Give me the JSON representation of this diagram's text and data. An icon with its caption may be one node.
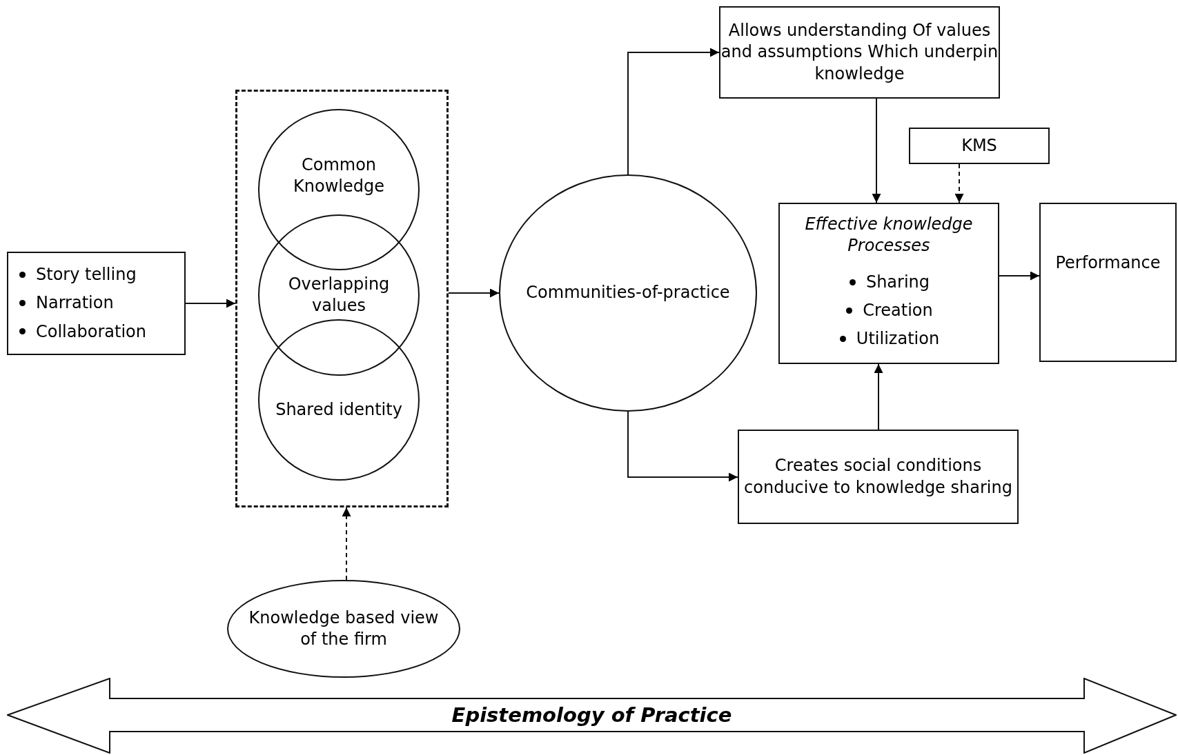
{
  "diagram": {
    "nodes": [
      {
        "text": [
          "Story telling",
          "Narration",
          "Collaboration"
        ]
      },
      {
        "text": [],
        "shape": "box"
      },
      {
        "text": [
          "Common Knowledge"
        ],
        "in": 1
      },
      {
        "text": [
          "Overlapping values"
        ],
        "in": 1
      },
      {
        "text": [
          "Shared identity"
        ],
        "in": 1
      },
      {
        "text": [
          "Communities-of-practice"
        ]
      },
      {
        "text": [
          "Allows understanding Of values and assumptions Which underpin knowledge"
        ]
      },
      {
        "text": [
          "KMS"
        ]
      },
      {
        "text": [
          "Effective knowledge Processes",
          "Sharing",
          "Creation",
          "Utilization"
        ]
      },
      {
        "text": [
          "Performance"
        ]
      },
      {
        "text": [
          "Creates social conditions conducive to knowledge sharing"
        ]
      },
      {
        "text": [
          "Knowledge based view of the firm"
        ]
      },
      {
        "text": [
          "Epistemology of Practice"
        ]
      }
    ],
    "edges": [
      {
        "from": 0,
        "to": 1,
        "arrow": "to"
      },
      {
        "from": 1,
        "to": 5,
        "arrow": "to"
      },
      {
        "from": 5,
        "to": 6,
        "arrow": "to"
      },
      {
        "from": 5,
        "to": 10,
        "arrow": "to"
      },
      {
        "from": 6,
        "to": 8,
        "arrow": "to"
      },
      {
        "from": 7,
        "to": 8,
        "arrow": "to",
        "style": "dashed"
      },
      {
        "from": 10,
        "to": 8,
        "arrow": "to"
      },
      {
        "from": 8,
        "to": 9,
        "arrow": "to"
      },
      {
        "from": 11,
        "to": 1,
        "arrow": "to",
        "style": "dashed"
      }
    ]
  }
}
